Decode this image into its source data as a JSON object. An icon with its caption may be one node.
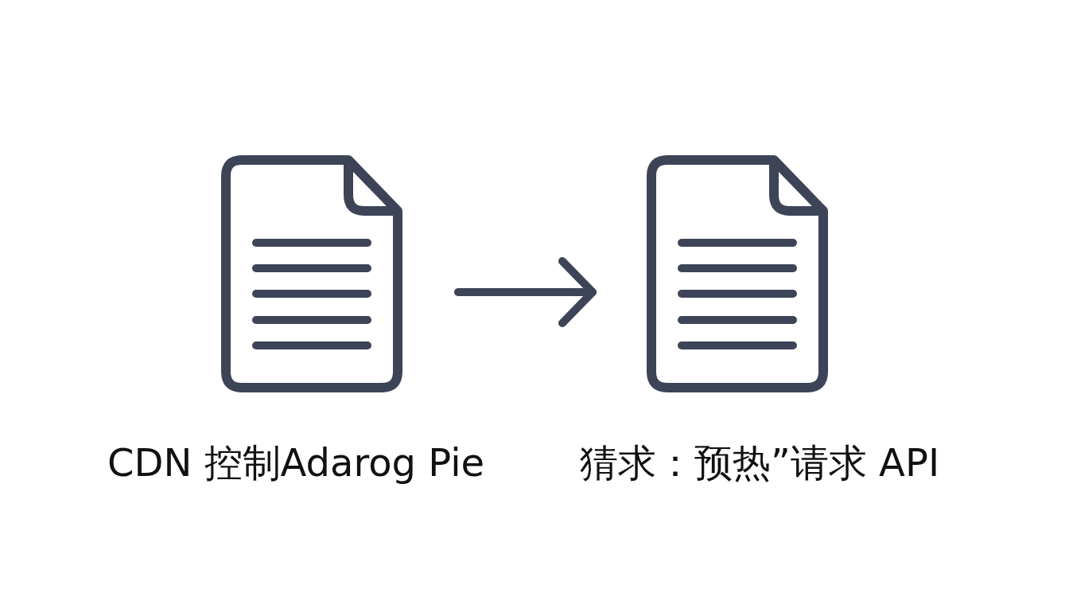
{
  "diagram": {
    "nodes": [
      {
        "text": [],
        "shape": "document",
        "beside": [
          "CDN 控制Adarog Pie"
        ]
      },
      {
        "text": [],
        "shape": "document",
        "beside": [
          "猜求：预热”请求 API"
        ]
      }
    ],
    "edges": [
      {
        "from": 0,
        "to": 1,
        "arrow": "to"
      }
    ]
  }
}
